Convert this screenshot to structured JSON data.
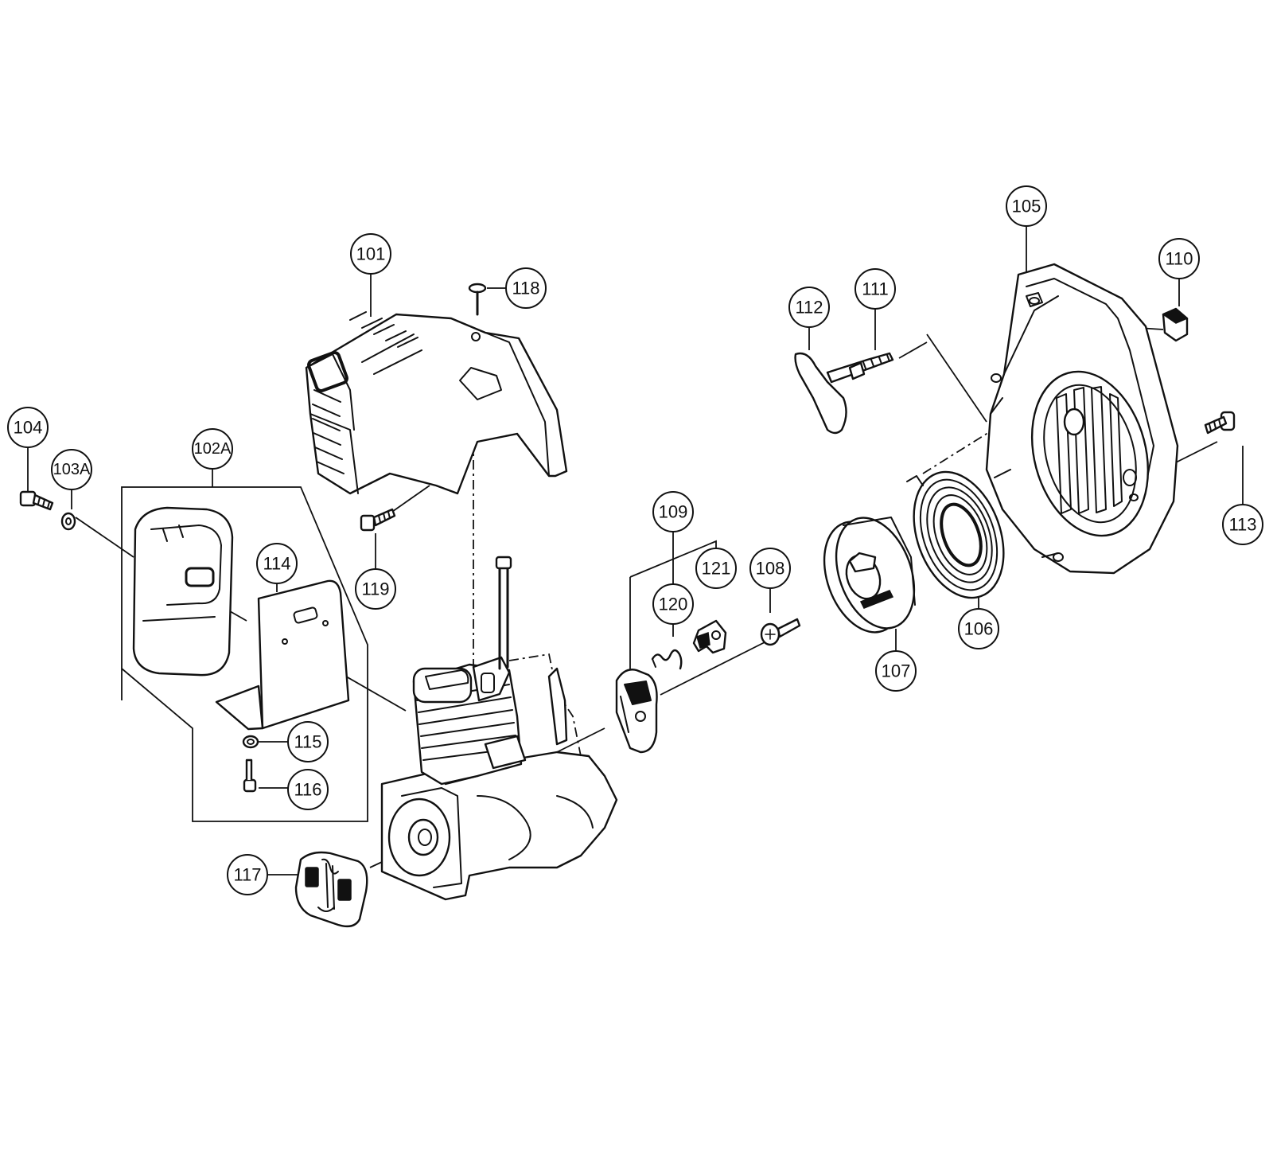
{
  "callouts": {
    "c101": "101",
    "c102A": "102A",
    "c103A": "103A",
    "c104": "104",
    "c105": "105",
    "c106": "106",
    "c107": "107",
    "c108": "108",
    "c109": "109",
    "c110": "110",
    "c111": "111",
    "c112": "112",
    "c113": "113",
    "c114": "114",
    "c115": "115",
    "c116": "116",
    "c117": "117",
    "c118": "118",
    "c119": "119",
    "c120": "120",
    "c121": "121"
  },
  "colors": {
    "line": "#111111",
    "background": "#ffffff"
  }
}
